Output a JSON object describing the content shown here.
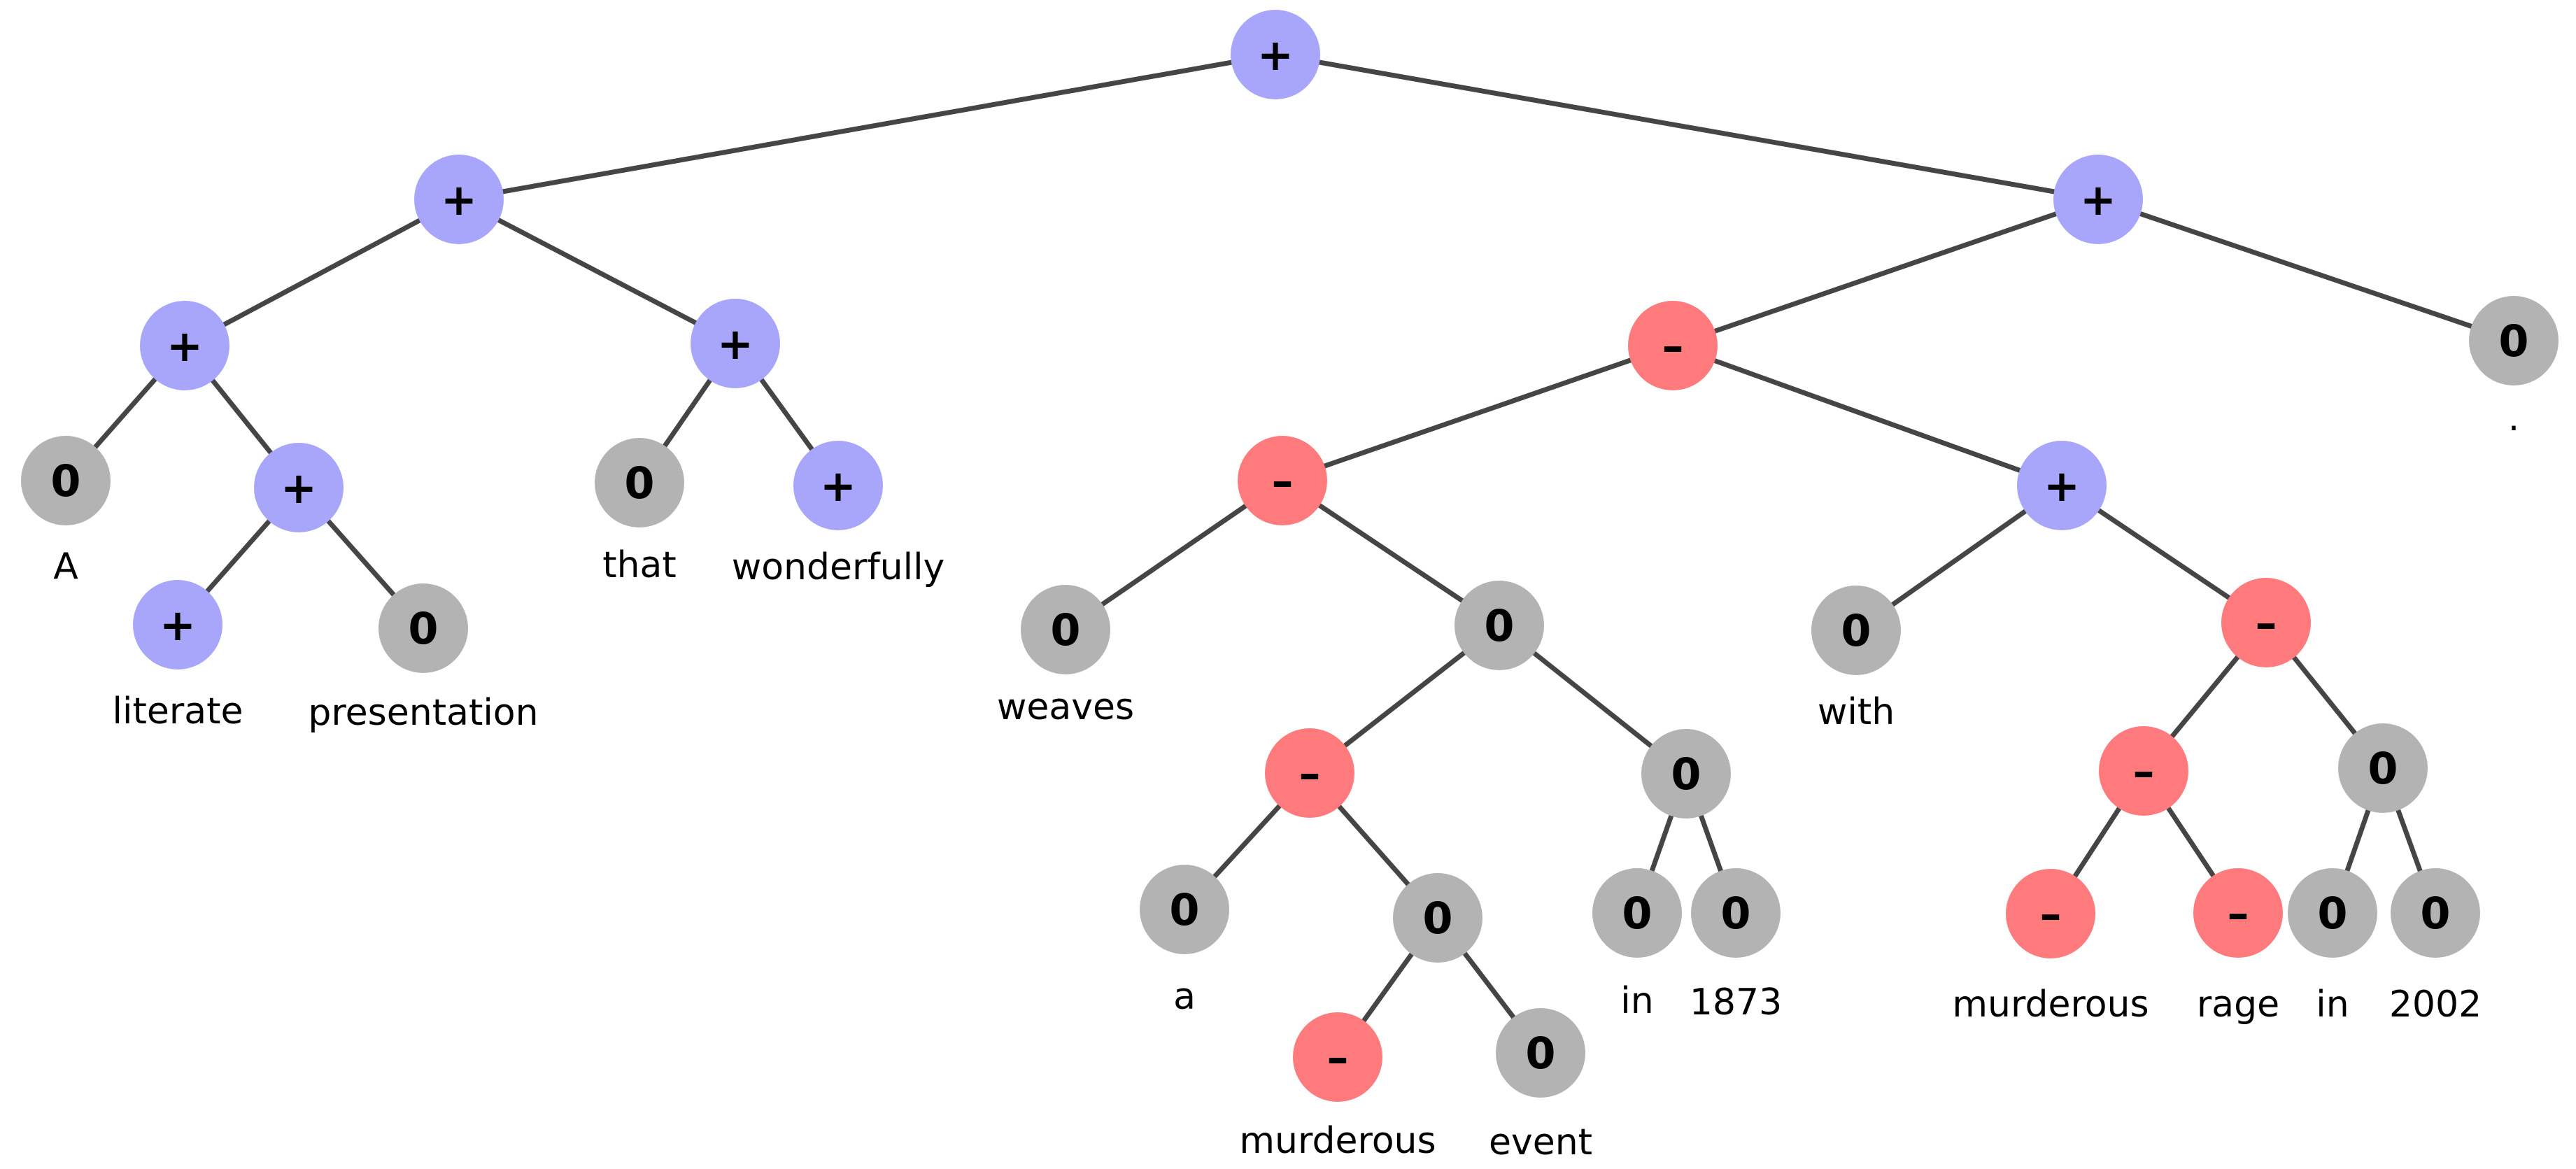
{
  "colors": {
    "positive": "#a8a6fa",
    "negative": "#fe7a7c",
    "neutral": "#b3b3b3",
    "edge": "#454545"
  },
  "labels": {
    "pos": "+",
    "neg": "–",
    "neu": "0"
  },
  "words": [
    "A",
    "literate",
    "presentation",
    "that",
    "wonderfully",
    "weaves",
    "a",
    "murderous",
    "event",
    "in",
    "1873",
    "with",
    "murderous",
    "rage",
    "in",
    "2002",
    "."
  ],
  "nodes": [
    {
      "id": "root",
      "s": "pos"
    },
    {
      "id": "n_lp",
      "s": "pos",
      "parent": "root"
    },
    {
      "id": "n_lit",
      "s": "pos",
      "parent": "n_lp"
    },
    {
      "id": "w_A",
      "s": "neu",
      "parent": "n_lit",
      "word": 0
    },
    {
      "id": "n_litpres",
      "s": "pos",
      "parent": "n_lit"
    },
    {
      "id": "w_literate",
      "s": "pos",
      "parent": "n_litpres",
      "word": 1
    },
    {
      "id": "w_presentation",
      "s": "neu",
      "parent": "n_litpres",
      "word": 2
    },
    {
      "id": "n_that",
      "s": "pos",
      "parent": "n_lp"
    },
    {
      "id": "w_that",
      "s": "neu",
      "parent": "n_that",
      "word": 3
    },
    {
      "id": "w_wonderfully",
      "s": "pos",
      "parent": "n_that",
      "word": 4
    },
    {
      "id": "n_rp",
      "s": "pos",
      "parent": "root"
    },
    {
      "id": "n_vp",
      "s": "neg",
      "parent": "n_rp"
    },
    {
      "id": "n_weaves",
      "s": "neg",
      "parent": "n_vp"
    },
    {
      "id": "w_weaves",
      "s": "neu",
      "parent": "n_weaves",
      "word": 5
    },
    {
      "id": "n_obj",
      "s": "neu",
      "parent": "n_weaves"
    },
    {
      "id": "n_aevent",
      "s": "neg",
      "parent": "n_obj"
    },
    {
      "id": "w_a",
      "s": "neu",
      "parent": "n_aevent",
      "word": 6
    },
    {
      "id": "n_murdev",
      "s": "neu",
      "parent": "n_aevent"
    },
    {
      "id": "w_murderous1",
      "s": "neg",
      "parent": "n_murdev",
      "word": 7
    },
    {
      "id": "w_event",
      "s": "neu",
      "parent": "n_murdev",
      "word": 8
    },
    {
      "id": "n_in1873",
      "s": "neu",
      "parent": "n_obj"
    },
    {
      "id": "w_in1",
      "s": "neu",
      "parent": "n_in1873",
      "word": 9
    },
    {
      "id": "w_1873",
      "s": "neu",
      "parent": "n_in1873",
      "word": 10
    },
    {
      "id": "n_with",
      "s": "pos",
      "parent": "n_vp"
    },
    {
      "id": "w_with",
      "s": "neu",
      "parent": "n_with",
      "word": 11
    },
    {
      "id": "n_rage2002",
      "s": "neg",
      "parent": "n_with"
    },
    {
      "id": "n_rage",
      "s": "neg",
      "parent": "n_rage2002"
    },
    {
      "id": "w_murderous2",
      "s": "neg",
      "parent": "n_rage",
      "word": 12
    },
    {
      "id": "w_rage",
      "s": "neg",
      "parent": "n_rage",
      "word": 13
    },
    {
      "id": "n_in2002",
      "s": "neu",
      "parent": "n_rage2002"
    },
    {
      "id": "w_in2",
      "s": "neu",
      "parent": "n_in2002",
      "word": 14
    },
    {
      "id": "w_2002",
      "s": "neu",
      "parent": "n_in2002",
      "word": 15
    },
    {
      "id": "w_period",
      "s": "neu",
      "parent": "n_rp",
      "word": 16
    }
  ]
}
